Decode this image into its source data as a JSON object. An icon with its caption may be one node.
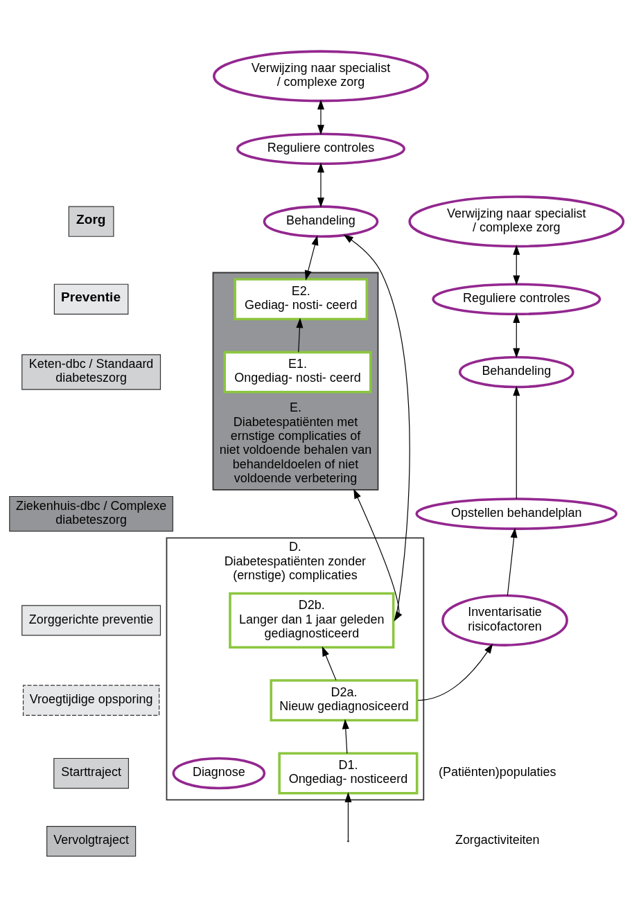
{
  "diagram": {
    "nodes": [
      {
        "text": [
          "Zorg"
        ]
      },
      {
        "text": [
          "Preventie"
        ]
      },
      {
        "text": [
          "Keten-dbc / Standaard diabeteszorg"
        ]
      },
      {
        "text": [
          "Ziekenhuis-dbc / Complexe diabeteszorg"
        ]
      },
      {
        "text": [
          "Zorggerichte preventie"
        ]
      },
      {
        "text": [
          "Vroegtijdige opsporing"
        ]
      },
      {
        "text": [
          "Starttraject"
        ]
      },
      {
        "text": [
          "Vervolgtraject"
        ]
      },
      {
        "text": [
          "E.",
          "Diabetespatiënten met ernstige complicaties of niet voldoende behalen van behandeldoelen of niet voldoende verbetering"
        ]
      },
      {
        "text": [
          "E1.",
          "Ongediag- nosti- ceerd"
        ],
        "in": 8
      },
      {
        "text": [
          "E2.",
          "Gediag- nosti- ceerd"
        ],
        "in": 8
      },
      {
        "text": [
          "D.",
          "Diabetespatiënten zonder (ernstige) complicaties"
        ]
      },
      {
        "text": [
          "D1.",
          "Ongediag- nosticeerd"
        ],
        "in": 11
      },
      {
        "text": [
          "D2a.",
          "Nieuw gediagnosiceerd"
        ],
        "in": 11
      },
      {
        "text": [
          "D2b.",
          "Langer dan 1 jaar geleden gediagnosticeerd"
        ],
        "in": 11
      },
      {
        "text": [
          "Diagnose"
        ],
        "in": 11
      },
      {
        "text": [
          "Inventarisatie risicofactoren"
        ]
      },
      {
        "text": [
          "Opstellen behandelplan"
        ]
      },
      {
        "text": [
          "Behandeling"
        ]
      },
      {
        "text": [
          "Reguliere controles"
        ]
      },
      {
        "text": [
          "Verwijzing naar specialist / complexe zorg"
        ]
      },
      {
        "text": [
          "Behandeling"
        ]
      },
      {
        "text": [
          "Reguliere controles"
        ]
      },
      {
        "text": [
          "Verwijzing naar specialist / complexe zorg"
        ]
      }
    ],
    "edges": [
      {
        "from": null,
        "to": 12,
        "arrow": "to"
      },
      {
        "from": 12,
        "to": 13,
        "arrow": "to"
      },
      {
        "from": 13,
        "to": 14,
        "arrow": "to"
      },
      {
        "from": 13,
        "to": 16,
        "arrow": "to"
      },
      {
        "from": 16,
        "to": 17,
        "arrow": "to"
      },
      {
        "from": 17,
        "to": 18,
        "arrow": "to"
      },
      {
        "from": 18,
        "to": 19,
        "arrow": "both"
      },
      {
        "from": 19,
        "to": 20,
        "arrow": "both"
      },
      {
        "from": 14,
        "to": 21,
        "arrow": "to"
      },
      {
        "from": 21,
        "to": 22,
        "arrow": "both"
      },
      {
        "from": 22,
        "to": 23,
        "arrow": "both"
      },
      {
        "from": 14,
        "to": 8,
        "arrow": "both"
      },
      {
        "from": 9,
        "to": 10,
        "arrow": "to"
      },
      {
        "from": 10,
        "to": 21,
        "arrow": "both"
      }
    ],
    "legend": [
      {
        "text": "(Patiënten)populaties"
      },
      {
        "text": "Zorgactiviteiten"
      }
    ]
  }
}
